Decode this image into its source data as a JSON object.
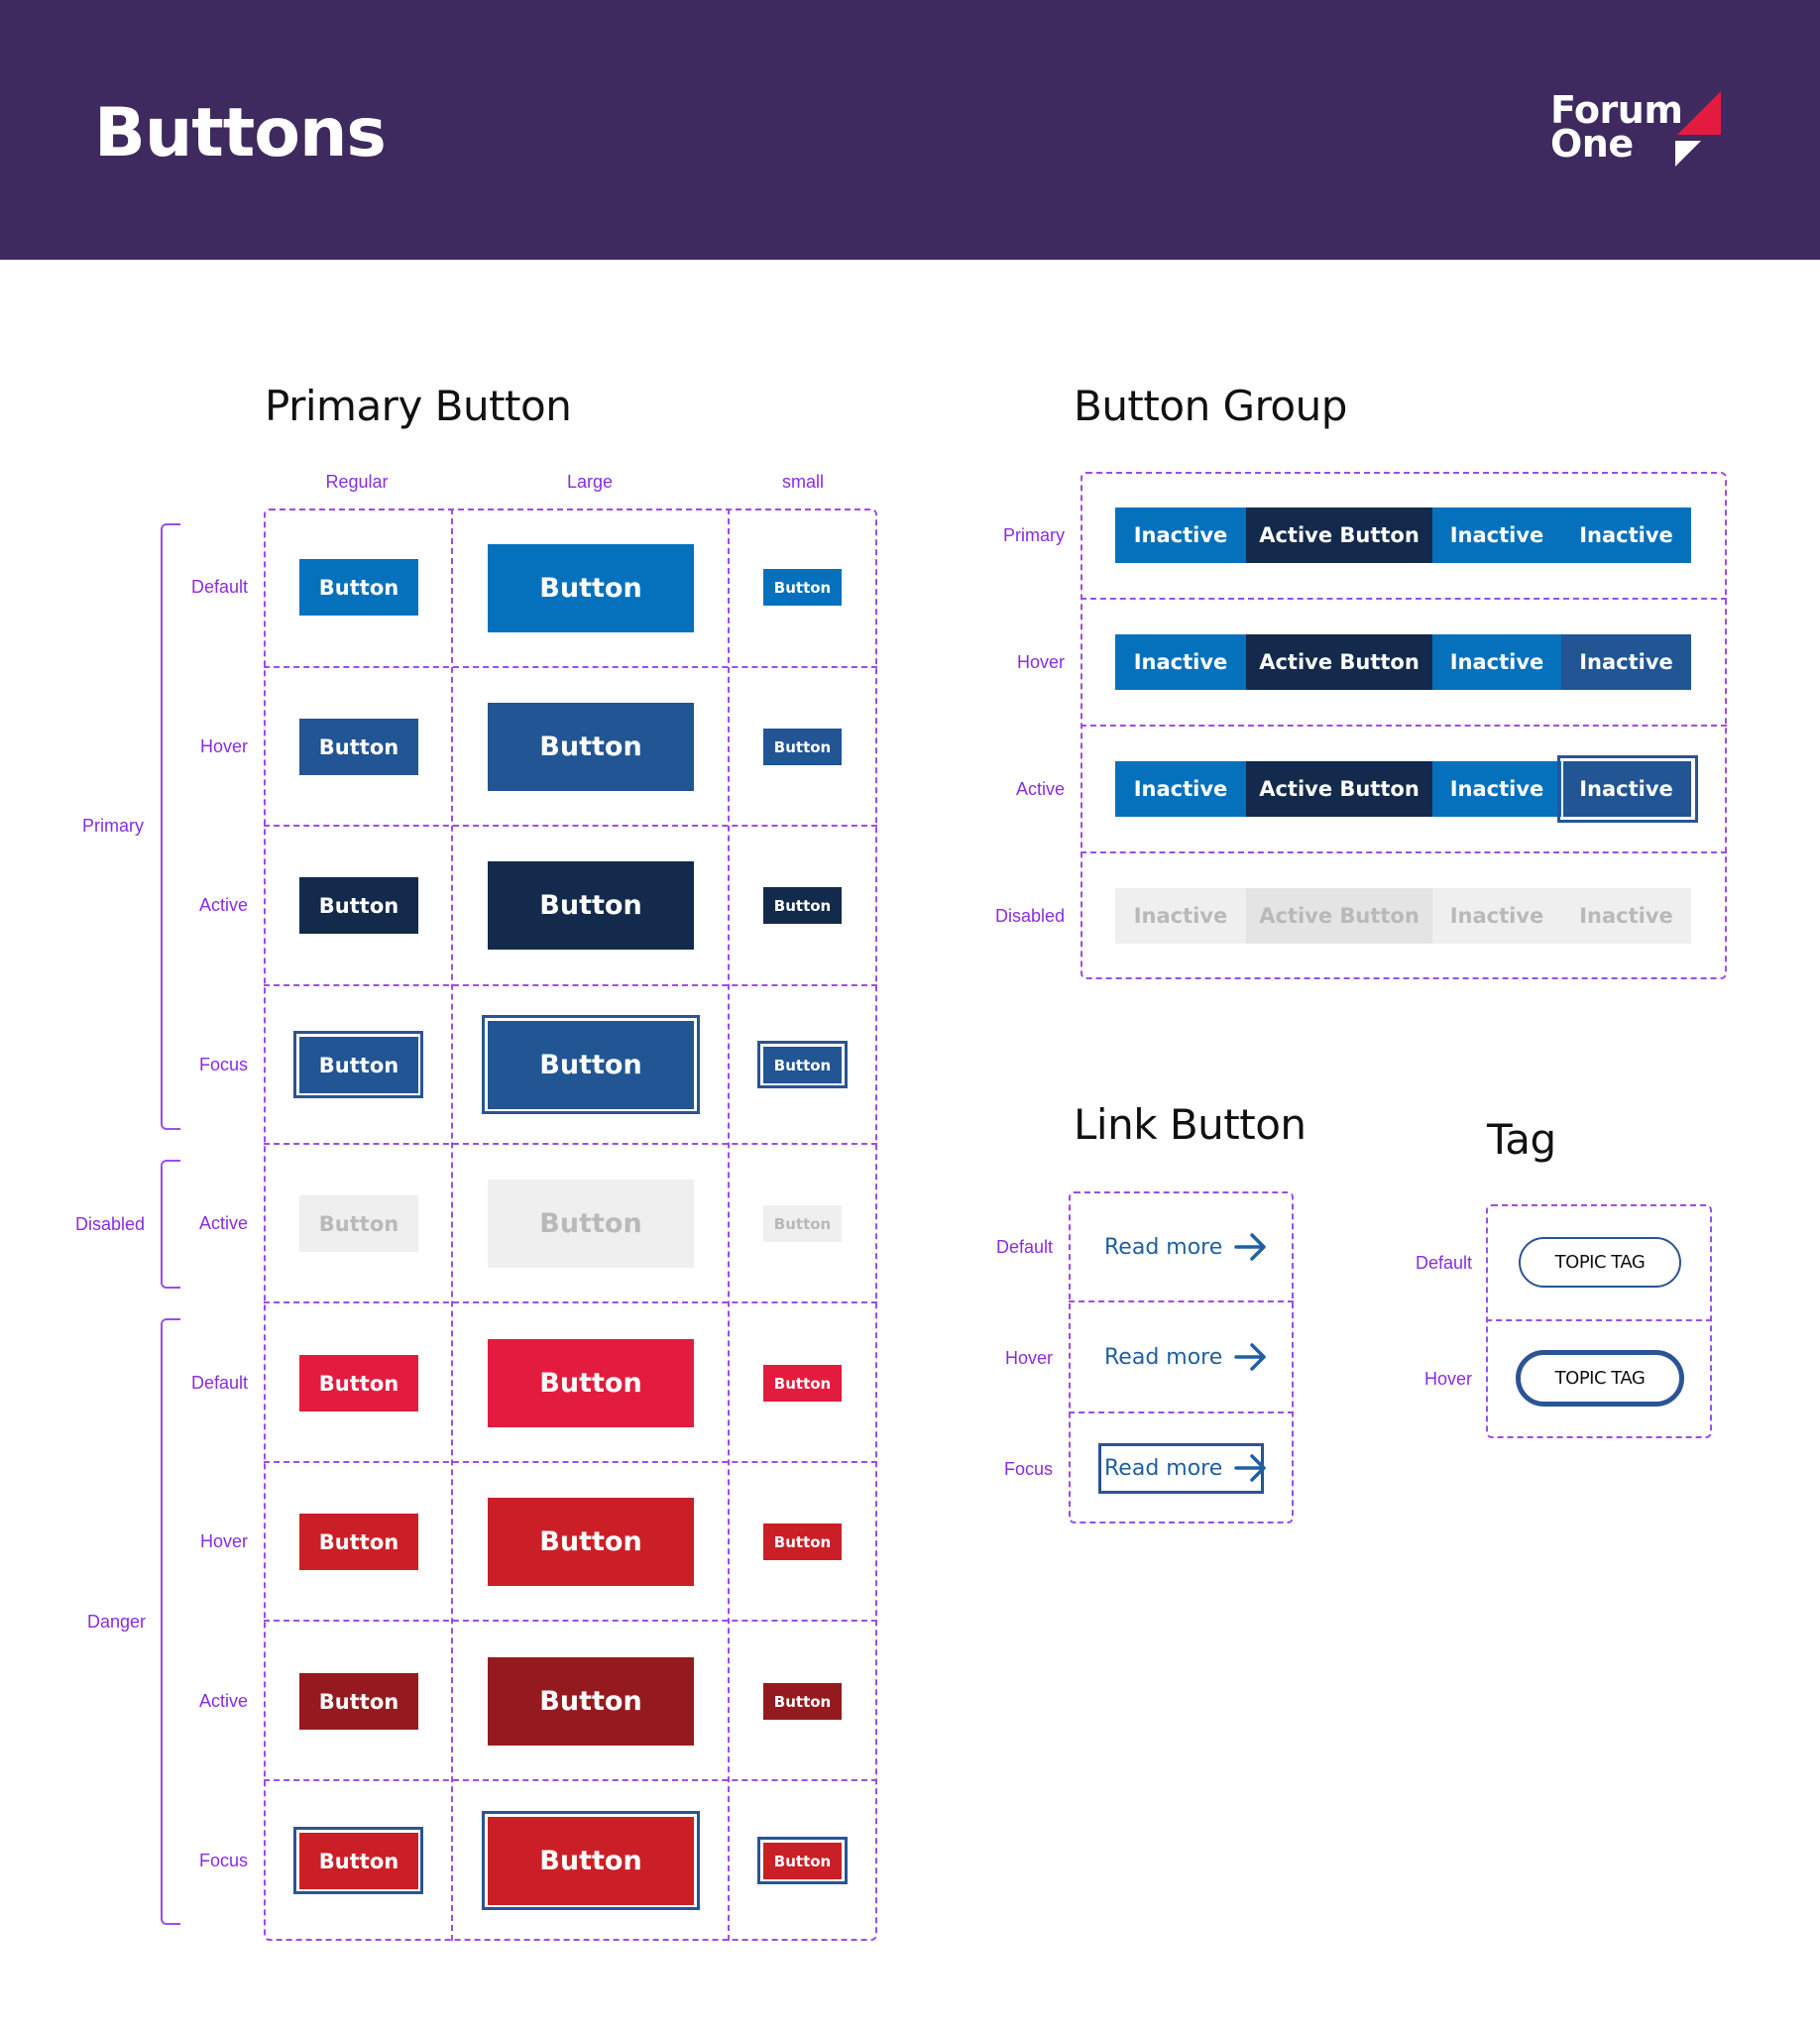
{
  "header": {
    "title": "Buttons",
    "logo_line1": "Forum",
    "logo_line2": "One"
  },
  "primary_button": {
    "title": "Primary Button",
    "columns": [
      "Regular",
      "Large",
      "small"
    ],
    "groups": {
      "primary": "Primary",
      "disabled": "Disabled",
      "danger": "Danger"
    },
    "states": {
      "default": "Default",
      "hover": "Hover",
      "active": "Active",
      "focus": "Focus"
    },
    "button_label": "Button",
    "colors": {
      "primary_default": "#0571bd",
      "primary_hover": "#215593",
      "primary_active": "#132a4d",
      "primary_focus": "#215593",
      "disabled_bg": "#efefef",
      "disabled_text": "#b9b9b9",
      "danger_default": "#e31b3e",
      "danger_hover": "#cb1f27",
      "danger_active": "#951a1f",
      "danger_focus": "#cb1f27",
      "focus_ring": "#2a5494"
    }
  },
  "button_group": {
    "title": "Button Group",
    "rows": [
      {
        "label": "Primary",
        "segments": [
          "Inactive",
          "Active Button",
          "Inactive",
          "Inactive"
        ]
      },
      {
        "label": "Hover",
        "segments": [
          "Inactive",
          "Active Button",
          "Inactive",
          "Inactive"
        ]
      },
      {
        "label": "Active",
        "segments": [
          "Inactive",
          "Active Button",
          "Inactive",
          "Inactive"
        ]
      },
      {
        "label": "Disabled",
        "segments": [
          "Inactive",
          "Active Button",
          "Inactive",
          "Inactive"
        ]
      }
    ]
  },
  "link_button": {
    "title": "Link Button",
    "rows": [
      {
        "label": "Default",
        "text": "Read more"
      },
      {
        "label": "Hover",
        "text": "Read more"
      },
      {
        "label": "Focus",
        "text": "Read more"
      }
    ]
  },
  "tag": {
    "title": "Tag",
    "rows": [
      {
        "label": "Default",
        "text": "TOPIC TAG"
      },
      {
        "label": "Hover",
        "text": "TOPIC TAG"
      }
    ]
  }
}
